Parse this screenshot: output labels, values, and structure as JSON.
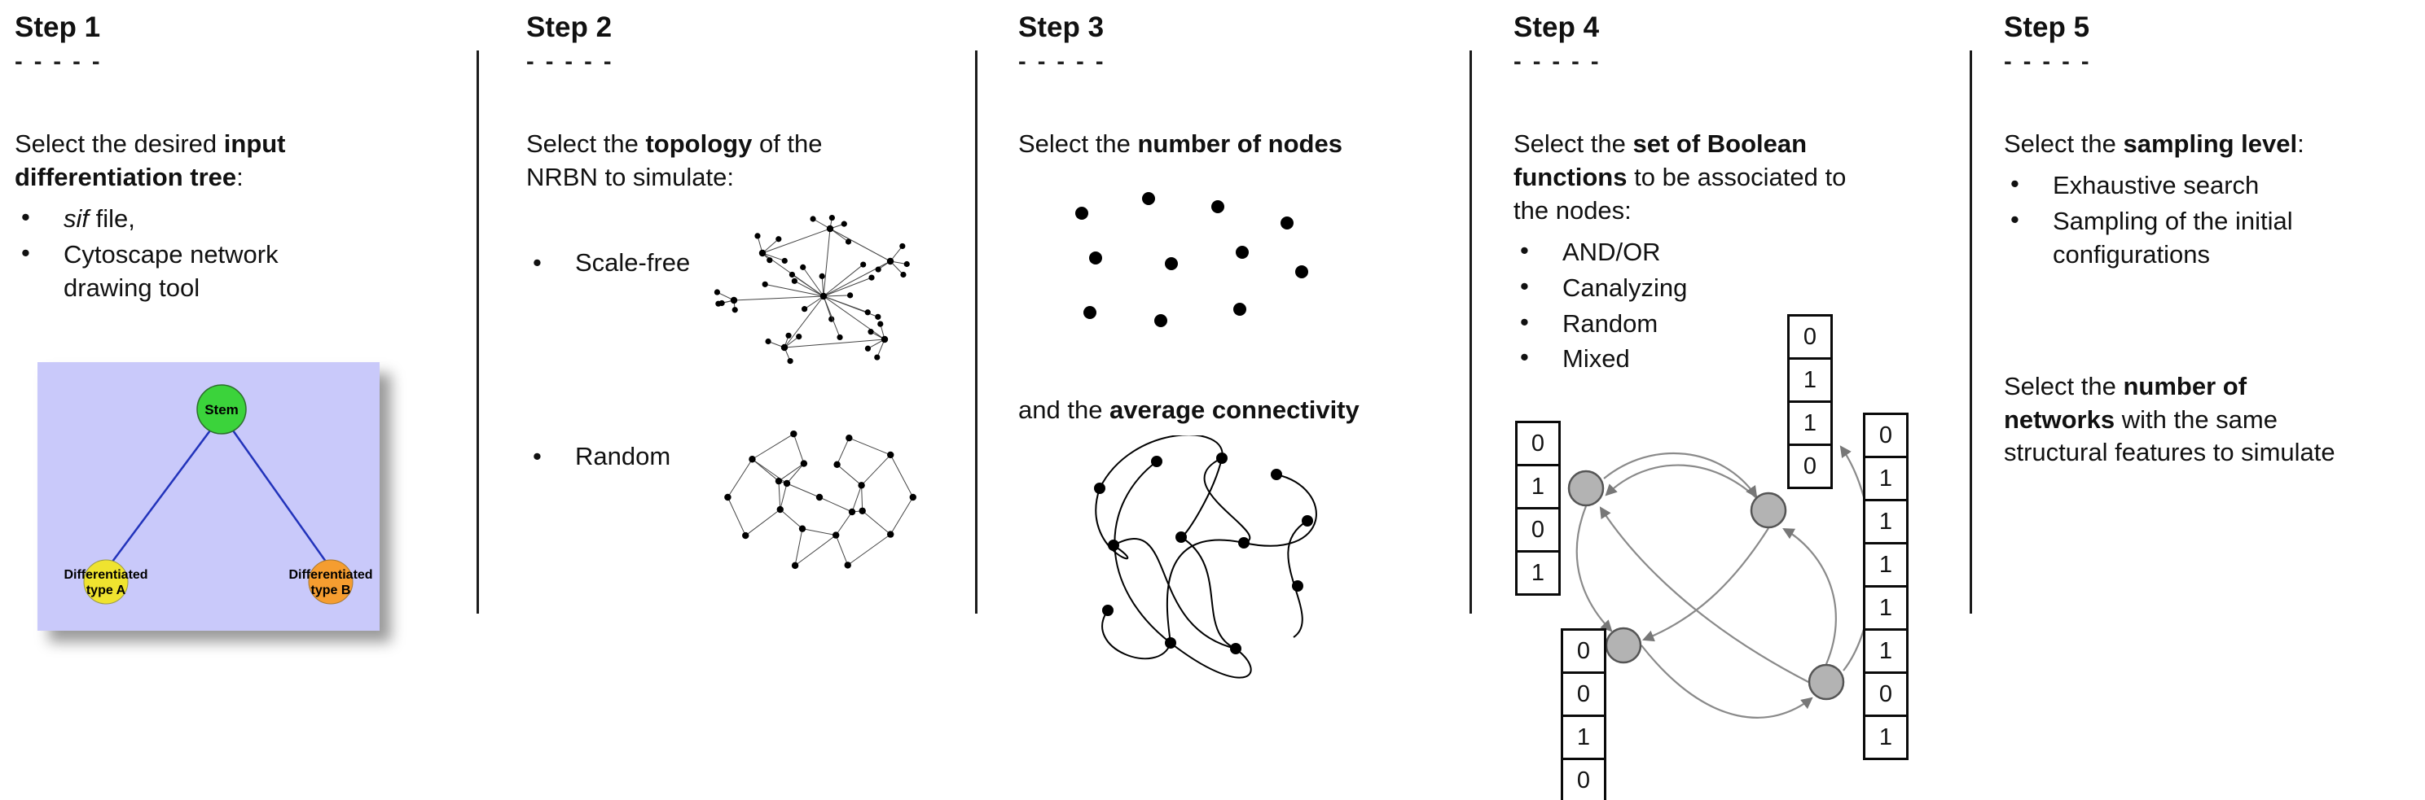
{
  "steps": [
    {
      "title": "Step 1",
      "dashes": "- - - - -",
      "intro": {
        "l1a": "Select the desired ",
        "l1b": "input",
        "l2a": "differentiation tree",
        "l2b": ":"
      },
      "bullet1": {
        "italic": "sif",
        "rest": " file,"
      },
      "bullet2": {
        "l1": "Cytoscape network",
        "l2": "drawing tool"
      },
      "tree": {
        "bg": "#c9c9fa",
        "edge_color": "#2233bb",
        "root_label": "Stem",
        "root_color": "#3bd33b",
        "left_l1": "Differentiated",
        "left_l2": "type A",
        "left_color": "#efe32f",
        "right_l1": "Differentiated",
        "right_l2": "type B",
        "right_color": "#f59d30"
      }
    },
    {
      "title": "Step 2",
      "dashes": "- - - - -",
      "intro": {
        "l1a": "Select the ",
        "l1b": "topology",
        "l1c": " of the",
        "l2": "NRBN to simulate:"
      },
      "bullet1": "Scale-free",
      "bullet2": "Random"
    },
    {
      "title": "Step 3",
      "dashes": "- - - - -",
      "text1": {
        "a": "Select the ",
        "b": "number of nodes"
      },
      "text2": {
        "a": "and the ",
        "b": "average connectivity"
      }
    },
    {
      "title": "Step 4",
      "dashes": "- - - - -",
      "intro": {
        "l1a": "Select the ",
        "l1b": "set of Boolean",
        "l2b": "functions",
        "l2c": " to be associated to",
        "l3": "the nodes:"
      },
      "bullets": [
        "AND/OR",
        "Canalyzing",
        "Random",
        "Mixed"
      ],
      "tables": {
        "left": [
          "0",
          "1",
          "0",
          "1"
        ],
        "top": [
          "0",
          "1",
          "1",
          "0"
        ],
        "bottom": [
          "0",
          "0",
          "1",
          "0"
        ],
        "right": [
          "0",
          "1",
          "1",
          "1",
          "1",
          "1",
          "0",
          "1"
        ]
      },
      "node_color": "#b3b3b3"
    },
    {
      "title": "Step 5",
      "dashes": "- - - - -",
      "intro": {
        "a": "Select the ",
        "b": "sampling level",
        "c": ":"
      },
      "bullet1": "Exhaustive search",
      "bullet2": {
        "l1": "Sampling of the initial",
        "l2": "configurations"
      },
      "para2": {
        "l1a": "Select the ",
        "l1b": "number of",
        "l2b": "networks",
        "l2c": " with the same",
        "l3": "structural features to simulate"
      }
    }
  ]
}
